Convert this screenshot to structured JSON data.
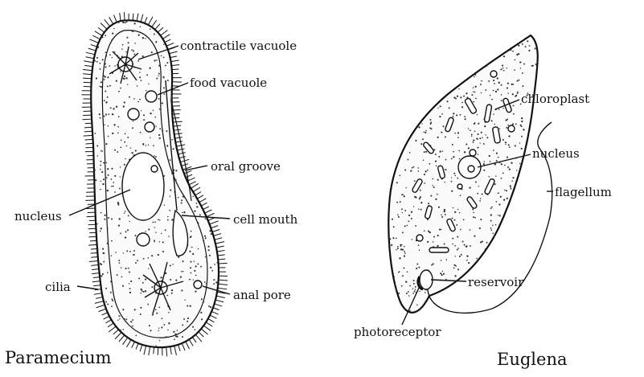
{
  "paramecium": {
    "title": "Paramecium",
    "labels": {
      "contractile_vacuole": "contractile vacuole",
      "food_vacuole": "food vacuole",
      "oral_groove": "oral groove",
      "nucleus": "nucleus",
      "cell_mouth": "cell mouth",
      "cilia": "cilia",
      "anal_pore": "anal pore"
    }
  },
  "euglena": {
    "title": "Euglena",
    "labels": {
      "chloroplast": "chloroplast",
      "nucleus": "nucleus",
      "flagellum": "flagellum",
      "reservoir": "reservoir",
      "photoreceptor": "photoreceptor"
    }
  }
}
